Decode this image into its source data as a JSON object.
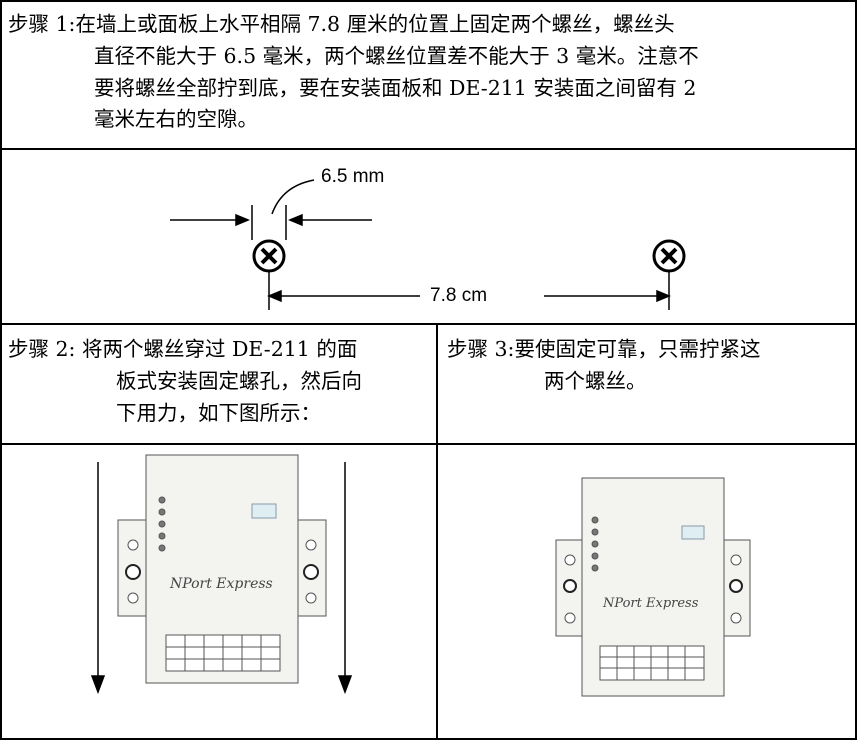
{
  "step1": {
    "line1": "步骤 1:在墙上或面板上水平相隔 7.8 厘米的位置上固定两个螺丝，螺丝头",
    "line2": "直径不能大于 6.5 毫米，两个螺丝位置差不能大于 3 毫米。注意不",
    "line3": "要将螺丝全部拧到底，要在安装面板和 DE-211 安装面之间留有 2",
    "line4": "毫米左右的空隙。"
  },
  "diagram": {
    "head_label": "6.5 mm",
    "spacing_label": "7.8 cm"
  },
  "step2": {
    "line1": "步骤 2: 将两个螺丝穿过 DE-211 的面",
    "line2": "板式安装固定螺孔，然后向",
    "line3": "下用力，如下图所示："
  },
  "step3": {
    "line1": "步骤 3:要使固定可靠，只需拧紧这",
    "line2": "两个螺丝。"
  },
  "device": {
    "brand": "NPort Express"
  }
}
